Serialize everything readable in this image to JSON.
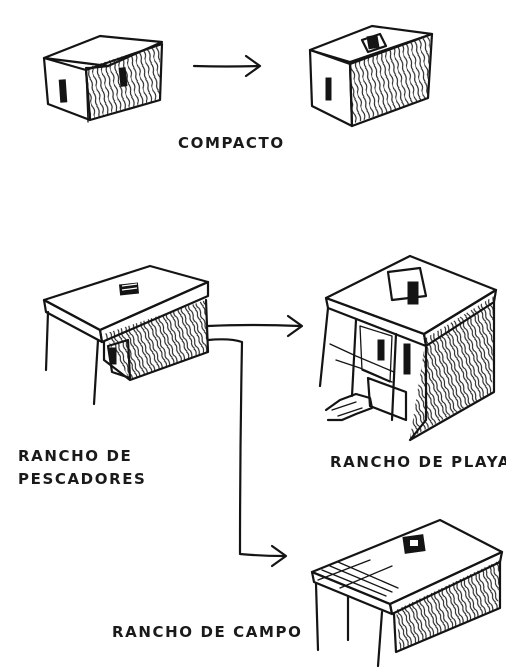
{
  "labels": {
    "compacto": "COMPACTO",
    "rancho_pescadores_line1": "RANCHO DE",
    "rancho_pescadores_line2": "PESCADORES",
    "rancho_playa": "RANCHO DE PLAYA",
    "rancho_campo": "RANCHO DE CAMPO"
  },
  "colors": {
    "ink": "#141414",
    "paper": "#ffffff"
  }
}
